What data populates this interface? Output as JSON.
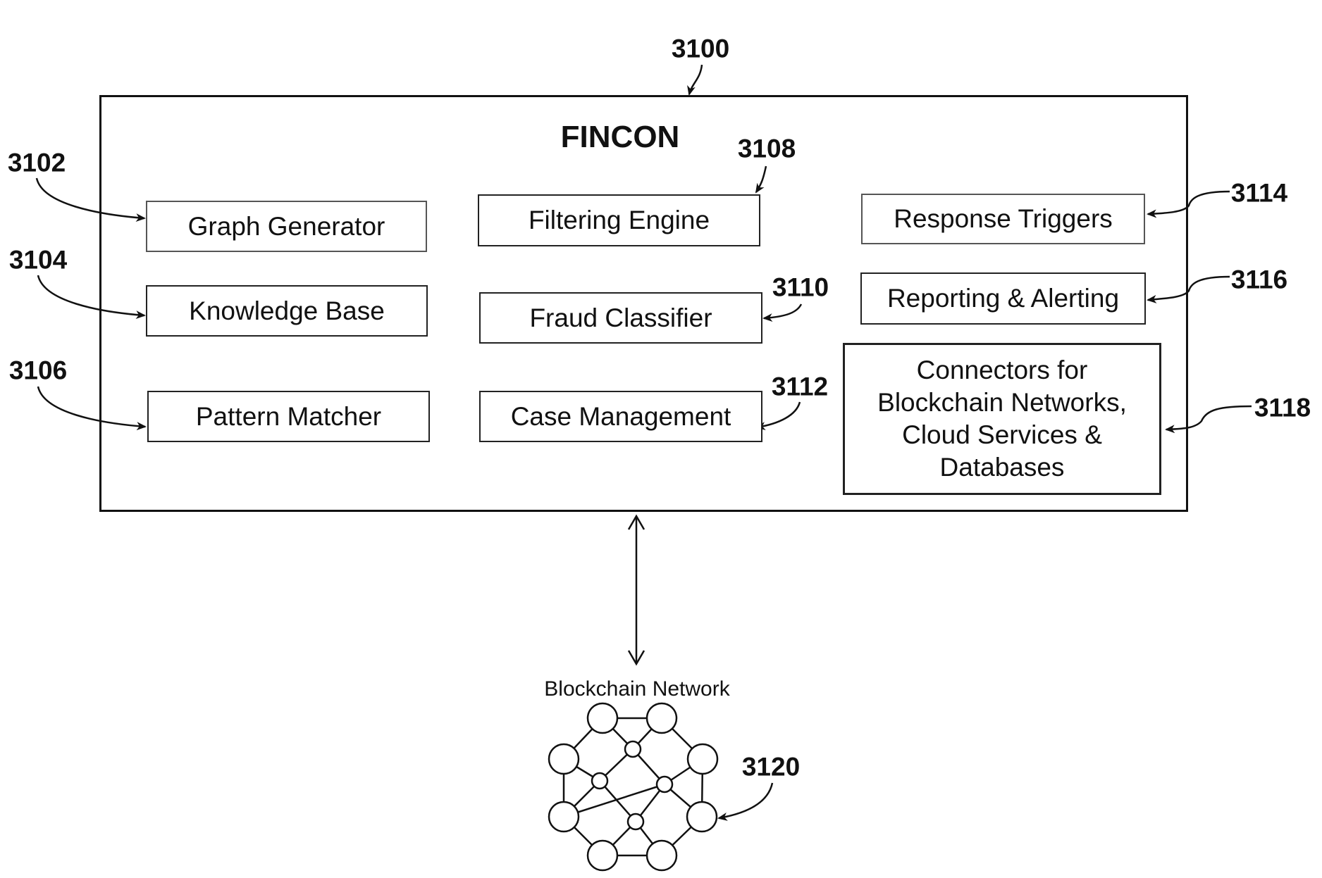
{
  "figure": {
    "ref": "3100",
    "title": "FINCON"
  },
  "components": {
    "graph_generator": {
      "label": "Graph Generator",
      "ref": "3102"
    },
    "knowledge_base": {
      "label": "Knowledge Base",
      "ref": "3104"
    },
    "pattern_matcher": {
      "label": "Pattern Matcher",
      "ref": "3106"
    },
    "filtering_engine": {
      "label": "Filtering Engine",
      "ref": "3108"
    },
    "fraud_classifier": {
      "label": "Fraud Classifier",
      "ref": "3110"
    },
    "case_management": {
      "label": "Case Management",
      "ref": "3112"
    },
    "response_triggers": {
      "label": "Response Triggers",
      "ref": "3114"
    },
    "reporting_alerting": {
      "label": "Reporting & Alerting",
      "ref": "3116"
    },
    "connectors": {
      "lines": [
        "Connectors for",
        "Blockchain Networks,",
        "Cloud Services &",
        "Databases"
      ],
      "ref": "3118"
    }
  },
  "network": {
    "label": "Blockchain Network",
    "ref": "3120",
    "connection": "bidirectional",
    "nodes": {
      "large": [
        "n1",
        "n2",
        "n3",
        "n4",
        "n5",
        "n6",
        "n7",
        "n8"
      ],
      "small": [
        "s1",
        "s2",
        "s3",
        "s4"
      ]
    },
    "edges": [
      [
        "n1",
        "n2"
      ],
      [
        "n1",
        "n3"
      ],
      [
        "n2",
        "n4"
      ],
      [
        "n3",
        "n5"
      ],
      [
        "n4",
        "n6"
      ],
      [
        "n5",
        "n7"
      ],
      [
        "n6",
        "n8"
      ],
      [
        "n7",
        "n8"
      ],
      [
        "n1",
        "s1"
      ],
      [
        "n2",
        "s1"
      ],
      [
        "s1",
        "s2"
      ],
      [
        "s1",
        "s3"
      ],
      [
        "n3",
        "s2"
      ],
      [
        "n4",
        "s3"
      ],
      [
        "s2",
        "n5"
      ],
      [
        "s2",
        "s4"
      ],
      [
        "s3",
        "n6"
      ],
      [
        "s3",
        "n5"
      ],
      [
        "s3",
        "s4"
      ],
      [
        "s4",
        "n7"
      ],
      [
        "s4",
        "n8"
      ]
    ]
  }
}
